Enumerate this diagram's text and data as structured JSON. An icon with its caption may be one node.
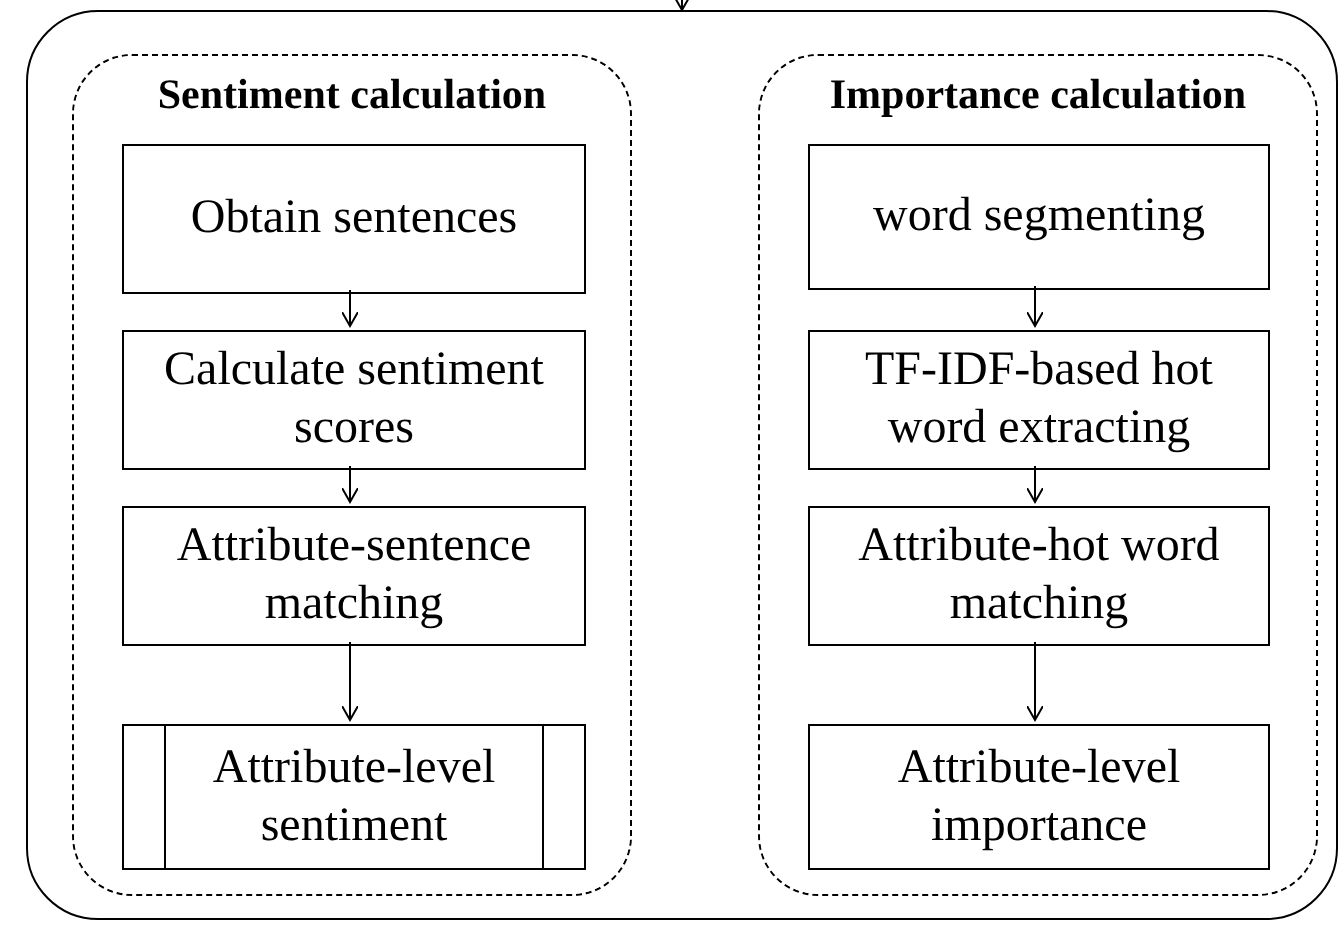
{
  "diagram": {
    "nodes": [
      {
        "text": [],
        "shape": "box"
      },
      {
        "text": [
          "Sentiment calculation"
        ],
        "in": 0
      },
      {
        "text": [
          "Obtain sentences"
        ],
        "in": 1
      },
      {
        "text": [
          "Calculate sentiment scores"
        ],
        "in": 1
      },
      {
        "text": [
          "Attribute-sentence matching"
        ],
        "in": 1
      },
      {
        "text": [
          "Attribute-level sentiment"
        ],
        "in": 1
      },
      {
        "text": [
          "Importance calculation"
        ],
        "in": 0
      },
      {
        "text": [
          "word segmenting"
        ],
        "in": 6
      },
      {
        "text": [
          "TF-IDF-based hot word extracting"
        ],
        "in": 6
      },
      {
        "text": [
          "Attribute-hot word matching"
        ],
        "in": 6
      },
      {
        "text": [
          "Attribute-level importance"
        ],
        "in": 6
      }
    ],
    "edges": [
      {
        "from": null,
        "to": 0,
        "arrow": "to"
      },
      {
        "from": 2,
        "to": 3,
        "arrow": "to"
      },
      {
        "from": 3,
        "to": 4,
        "arrow": "to"
      },
      {
        "from": 4,
        "to": 5,
        "arrow": "to"
      },
      {
        "from": 7,
        "to": 8,
        "arrow": "to"
      },
      {
        "from": 8,
        "to": 9,
        "arrow": "to"
      },
      {
        "from": 9,
        "to": 10,
        "arrow": "to"
      }
    ]
  }
}
